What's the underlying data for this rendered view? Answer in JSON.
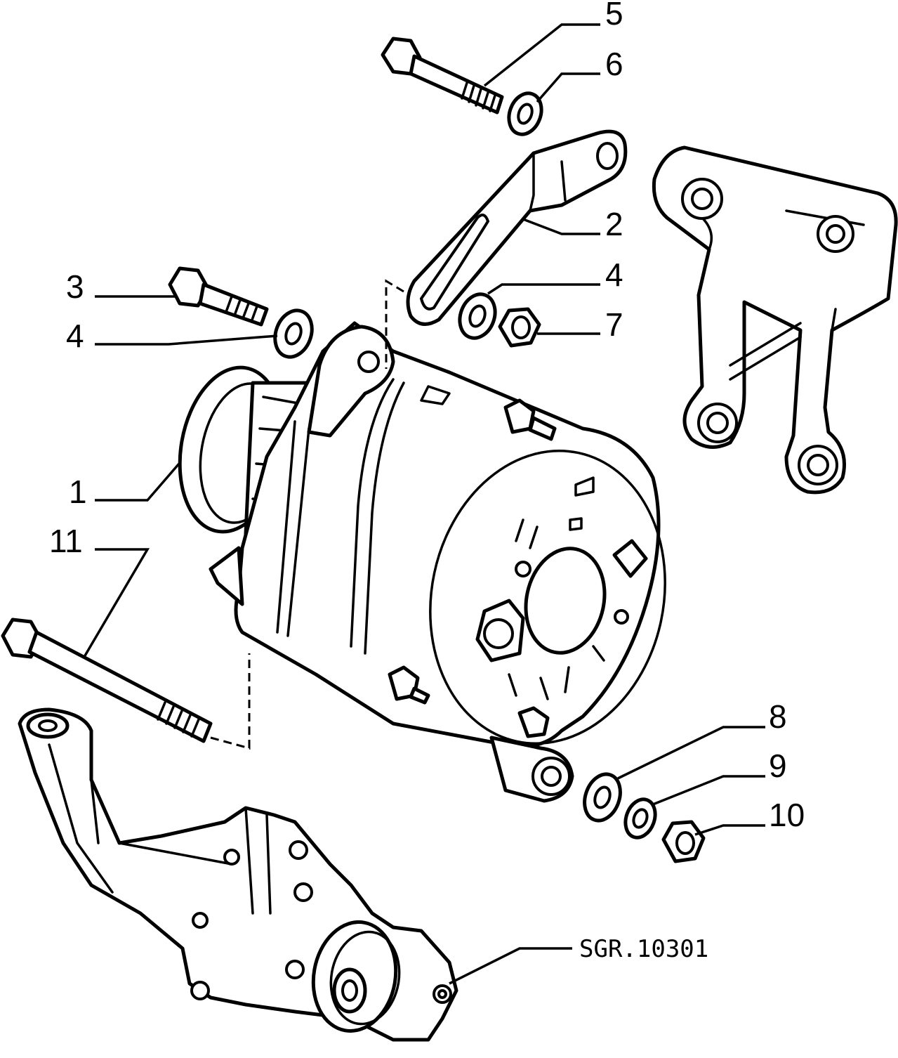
{
  "drawing_ref": "SGR.10301",
  "callouts": {
    "c1": "1",
    "c2": "2",
    "c3": "3",
    "c4a": "4",
    "c4b": "4",
    "c5": "5",
    "c6": "6",
    "c7": "7",
    "c8": "8",
    "c9": "9",
    "c10": "10",
    "c11": "11"
  }
}
